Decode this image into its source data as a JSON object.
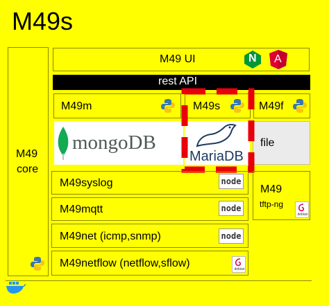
{
  "title": "M49s",
  "core": {
    "line1": "M49",
    "line2": "core",
    "icon": "python-icon"
  },
  "ui": {
    "label": "M49 UI",
    "icons": [
      "nginx-icon",
      "angular-icon"
    ],
    "nginx_letter": "N",
    "angular_letter": "A"
  },
  "api": {
    "label": "rest API"
  },
  "services": {
    "m49m": {
      "label": "M49m",
      "icon": "python-icon"
    },
    "m49s": {
      "label": "M49s",
      "icon": "python-icon"
    },
    "m49f": {
      "label": "M49f",
      "icon": "python-icon"
    }
  },
  "storage": {
    "mongodb": {
      "label": "mongoDB"
    },
    "mariadb": {
      "label": "MariaDB"
    },
    "file": {
      "label": "file"
    }
  },
  "collectors": [
    {
      "label": "M49syslog",
      "icon": "nodejs-icon",
      "icon_text": "node"
    },
    {
      "label": "M49mqtt",
      "icon": "nodejs-icon",
      "icon_text": "node"
    },
    {
      "label": "M49net (icmp,snmp)",
      "icon": "nodejs-icon",
      "icon_text": "node"
    },
    {
      "label": "M49netflow (netflow,sflow)",
      "icon": "debian-icon",
      "icon_text": "debian"
    }
  ],
  "tftp": {
    "line1": "M49",
    "line2": "tftp-ng",
    "icon": "debian-icon",
    "icon_text": "debian"
  },
  "platform_icon": "docker-icon",
  "highlight_color": "#e8000a",
  "accent_colors": {
    "background": "#ffff00",
    "api_bar": "#000000",
    "nginx": "#009639",
    "angular": "#dd0031",
    "mongodb": "#13aa52"
  }
}
